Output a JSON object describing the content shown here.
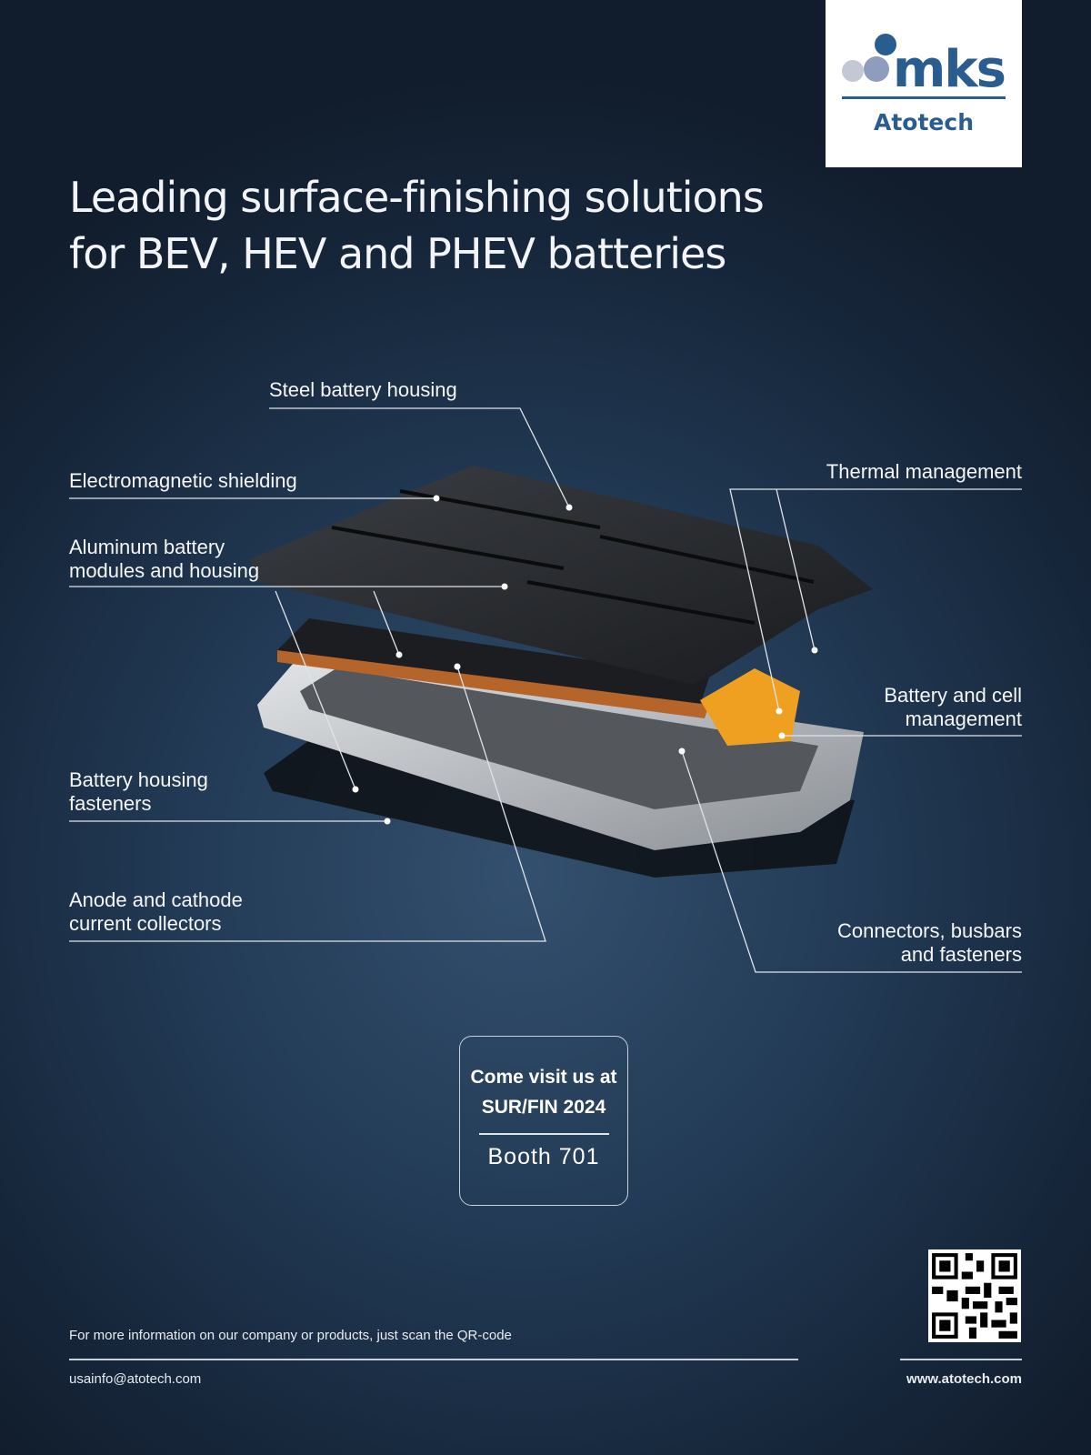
{
  "logo": {
    "brand": "mks",
    "sub": "Atotech"
  },
  "headline": {
    "line1": "Leading surface-finishing solutions",
    "line2": "for BEV, HEV and PHEV batteries"
  },
  "callouts": {
    "steel": "Steel battery housing",
    "emi": "Electromagnetic shielding",
    "alu1": "Aluminum battery",
    "alu2": "modules and housing",
    "thermal": "Thermal management",
    "bms1": "Battery and cell",
    "bms2": "management",
    "fast1": "Battery housing",
    "fast2": "fasteners",
    "anode1": "Anode and cathode",
    "anode2": "current collectors",
    "conn1": "Connectors, busbars",
    "conn2": "and fasteners"
  },
  "booth": {
    "line1": "Come visit us at",
    "line2": "SUR/FIN 2024",
    "booth": "Booth 701"
  },
  "footer": {
    "info": "For more information on our company or products, just scan the QR-code",
    "email": "usainfo@atotech.com",
    "website": "www.atotech.com"
  },
  "colors": {
    "brand": "#2a5d8f",
    "accent": "#f5a623"
  }
}
